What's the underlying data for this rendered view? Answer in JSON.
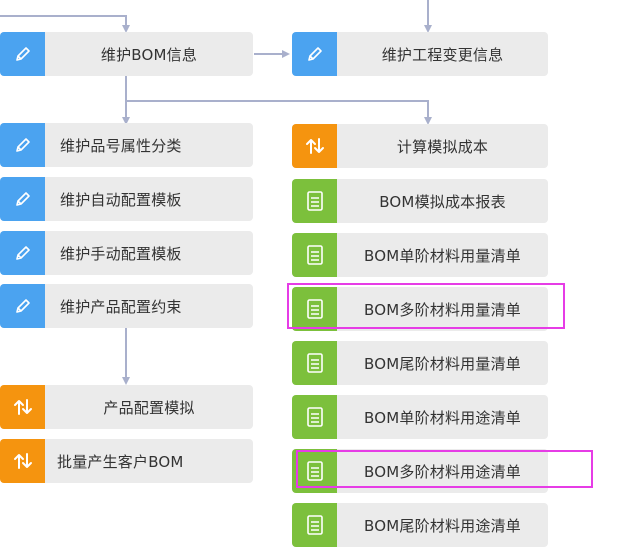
{
  "colors": {
    "edit_blue": "#4ba3f0",
    "process_orange": "#f5940f",
    "report_green": "#7cc03c",
    "node_bg": "#ebebeb",
    "connector": "#a9b0cc",
    "highlight": "#e63ce6"
  },
  "nodes": {
    "maintain_bom": {
      "label": "维护BOM信息",
      "icon": "pencil-icon"
    },
    "maintain_eng_change": {
      "label": "维护工程变更信息",
      "icon": "pencil-icon"
    },
    "maintain_part_category": {
      "label": "维护品号属性分类",
      "icon": "pencil-icon"
    },
    "maintain_auto_config": {
      "label": "维护自动配置模板",
      "icon": "pencil-icon"
    },
    "maintain_manual_config": {
      "label": "维护手动配置模板",
      "icon": "pencil-icon"
    },
    "maintain_product_constraint": {
      "label": "维护产品配置约束",
      "icon": "pencil-icon"
    },
    "product_config_sim": {
      "label": "产品配置模拟",
      "icon": "process-arrows-icon"
    },
    "batch_customer_bom": {
      "label": "批量产生客户BOM",
      "icon": "process-arrows-icon"
    },
    "calc_sim_cost": {
      "label": "计算模拟成本",
      "icon": "process-arrows-icon"
    },
    "bom_sim_cost_report": {
      "label": "BOM模拟成本报表",
      "icon": "document-icon"
    },
    "bom_single_level_qty": {
      "label": "BOM单阶材料用量清单",
      "icon": "document-icon"
    },
    "bom_multi_level_qty": {
      "label": "BOM多阶材料用量清单",
      "icon": "document-icon"
    },
    "bom_tail_level_qty": {
      "label": "BOM尾阶材料用量清单",
      "icon": "document-icon"
    },
    "bom_single_level_use": {
      "label": "BOM单阶材料用途清单",
      "icon": "document-icon"
    },
    "bom_multi_level_use": {
      "label": "BOM多阶材料用途清单",
      "icon": "document-icon"
    },
    "bom_tail_level_use": {
      "label": "BOM尾阶材料用途清单",
      "icon": "document-icon"
    }
  }
}
